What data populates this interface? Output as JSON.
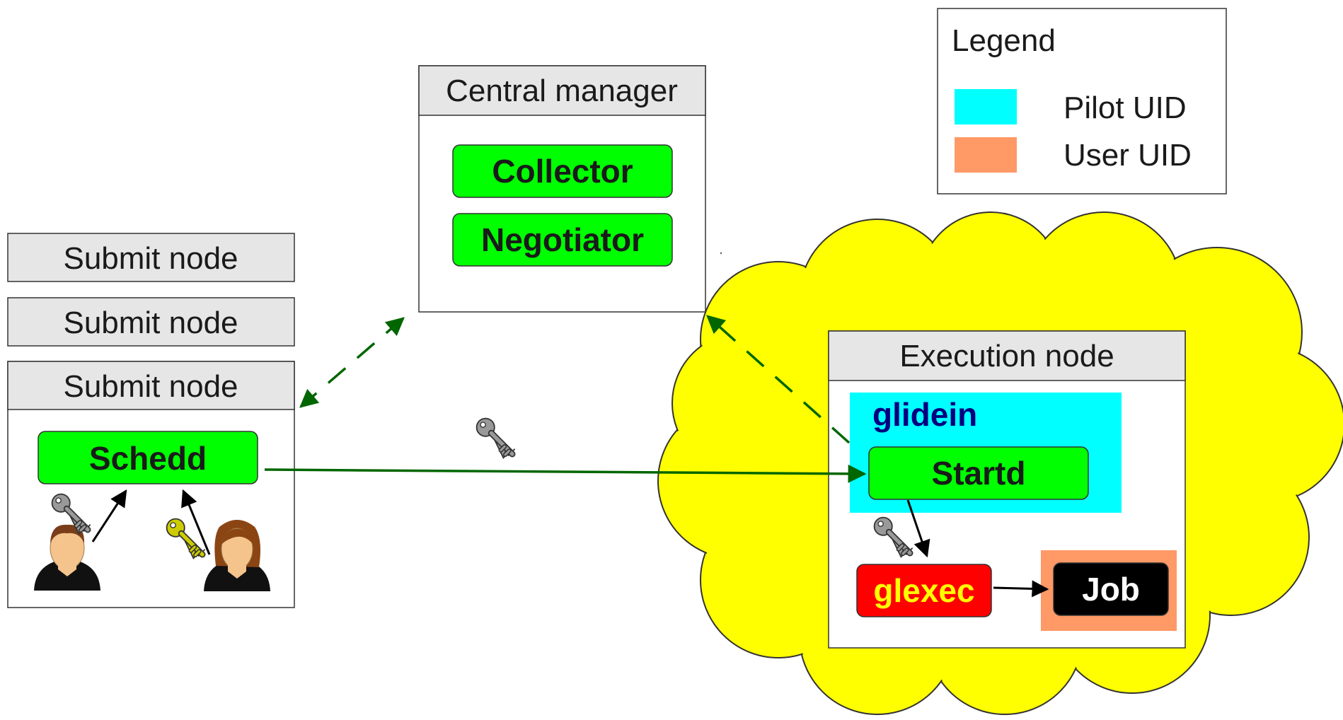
{
  "legend": {
    "title": "Legend",
    "items": [
      {
        "label": "Pilot UID",
        "color": "#00ffff"
      },
      {
        "label": "User UID",
        "color": "#ff9966"
      }
    ]
  },
  "central_manager": {
    "title": "Central manager",
    "components": [
      "Collector",
      "Negotiator"
    ]
  },
  "submit_nodes": {
    "titles": [
      "Submit node",
      "Submit node",
      "Submit node"
    ],
    "schedd": "Schedd"
  },
  "execution_node": {
    "title": "Execution node",
    "glidein": "glidein",
    "startd": "Startd",
    "glexec": "glexec",
    "job": "Job"
  },
  "colors": {
    "daemon_green": "#00ff00",
    "cloud_yellow": "#ffff00",
    "pilot_cyan": "#00ffff",
    "user_orange": "#ff9966",
    "glexec_red": "#ff0000",
    "glexec_text": "#ffff00",
    "glidein_text": "#000080",
    "arrow_green": "#006600",
    "box_header": "#e6e6e6"
  }
}
